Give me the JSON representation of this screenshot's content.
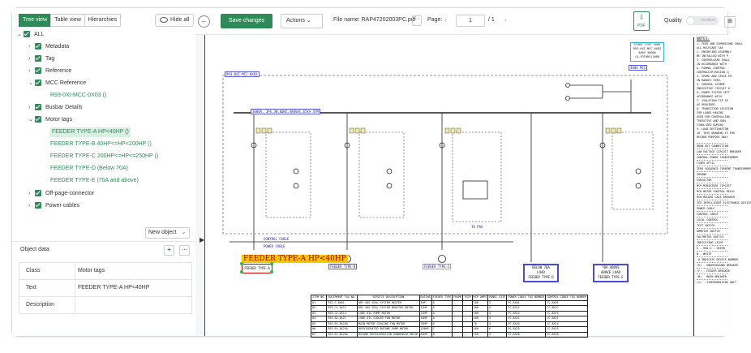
{
  "left_panel": {
    "tabs": [
      {
        "label": "Tree view",
        "active": true
      },
      {
        "label": "Table view",
        "active": false
      },
      {
        "label": "Hierarchies",
        "active": false
      }
    ],
    "hide_all": "Hide all",
    "tree": {
      "all": "ALL",
      "metadata": "Metadata",
      "tag": "Tag",
      "reference": "Reference",
      "mcc_reference": "MCC Reference",
      "mcc_leaf": "R93-0XI-MCC-0X03 ()",
      "busbar": "Busbar Details",
      "motor_tags": "Motor tags",
      "motor_leaves": [
        "FEEDER TYPE-A HP<40HP ()",
        "FEEDER TYPE-B 40HP<=HP<200HP ()",
        "FEEDER TYPE-C 200HP<=HP<=250HP ()",
        "FEEDER TYPE-D (Below 70A)",
        "FEEDER TYPE-E (70A and above)"
      ],
      "off_page": "Off-page-connector",
      "power_cables": "Power cables"
    },
    "new_object": "New object",
    "object_data": {
      "title": "Object data",
      "plus": "+",
      "more": "···",
      "rows": [
        {
          "key": "Class",
          "value": "Motor tags"
        },
        {
          "key": "Text",
          "value": "FEEDER TYPE-A HP<40HP"
        },
        {
          "key": "Description",
          "value": ""
        }
      ]
    }
  },
  "toolbar": {
    "back": "←",
    "save": "Save changes",
    "actions": "Actions",
    "file_label": "File name: RAP47202003PC.pdf",
    "more": "···",
    "page_label": "Page:",
    "prev": "‹",
    "page_value": "1",
    "page_total": "/ 1",
    "next": "›",
    "pdf": "PDF",
    "download_arrow": "⇩",
    "quality_label": "Quality",
    "quality_value": "medium",
    "grid": "⊞"
  },
  "canvas": {
    "side_arrow": "▶",
    "mcc_tag": "R93-0XI-MCC-0X03",
    "busbar_tag": "3000A, 3Ph,3W,60HZ,480VAC,65kA SYM",
    "cyan_lines": [
      "STORE TYPE 1000",
      "R93-0X1-MCC-0X02",
      "480V 3000A",
      "(A-FOTHRS)2008"
    ],
    "feeder_highlight": "FEEDER TYPE-A HP<40HP",
    "feeder_selected": "FEEDER TYPE-A",
    "small_tags": [
      "480V MCC",
      "FEEDER TYPE-B",
      "FEEDER TYPE-C",
      "BELOW 70A",
      "70A ABOVE"
    ],
    "big_boxes": [
      [
        "BELOW 70A",
        "LOAD",
        "FEEDER TYPE-D"
      ],
      [
        "70A ABOVE",
        "ABOVE LOAD",
        "FEEDER TYPE-E"
      ]
    ],
    "cable_labels": [
      "CONTROL CABLE",
      "POWER CABLE",
      "TO PSA"
    ],
    "table": {
      "headers": [
        "ITEM NO.",
        "EQUIPMENT TAG NO.",
        "SERVICE DESCRIPTION",
        "RATING",
        "FEEDER TYPE",
        "FRAME",
        "TRIP",
        "MCP AMPS",
        "PANEL SIZE",
        "POWER CABLE TAG NUMBER",
        "CONTROL CABLE TAG NUMBER"
      ],
      "rows": [
        [
          "01",
          "R93-C-8X01",
          "DRY GAS SEAL SYSTEM HEATER",
          "5HP",
          "A",
          "-",
          "-",
          "10R",
          "3",
          "PC-8X01",
          "CC-8X01"
        ],
        [
          "02",
          "R93-C4-8X12",
          "DRY GAS SEAL SYSTEM BOOSTER MOTOR",
          "15HP",
          "A",
          "-",
          "-",
          "30R",
          "5",
          "PC-8X12",
          "CC-8X12"
        ],
        [
          "03",
          "R93-C4-8X14",
          "LUBE OIL PUMP MOTOR",
          "25HP",
          "A",
          "-",
          "-",
          "50R",
          "5",
          "PC-8X14",
          "CC-8X14"
        ],
        [
          "04",
          "R93-A4-8X21",
          "LUBE OIL COOLER FAN MOTOR",
          "10HP",
          "A",
          "-",
          "-",
          "20R",
          "3",
          "PC-8X21",
          "CC-8X21"
        ],
        [
          "05",
          "R93-E4-8X24A",
          "MAIN MOTOR COOLING FAN MOTOR",
          "35HP",
          "A",
          "-",
          "-",
          "70",
          "4",
          "PC-8X24",
          "CC-8X24"
        ],
        [
          "06",
          "R93-E4-8X25A",
          "REFRIGERATED BUTANE PUMP MOTOR",
          "250HP",
          "C",
          "-",
          "-",
          "400",
          "6",
          "PC-8X25",
          "CC-8X25"
        ],
        [
          "07",
          "R93-E4-8X26A",
          "BUTANE REFRIGERATION CONDENSER MOTOR",
          "60HP",
          "B",
          "-",
          "-",
          "150",
          "4",
          "PC-8X26",
          "CC-8X26"
        ]
      ]
    },
    "notes_title": "NOTES:",
    "notes": [
      "1. FEED AND DIMENSIONS SHALL",
      "ALL RELEVANT SAE",
      "2. ENFORCING ASSEMBLY",
      "BE INSTALLED WITH P",
      "3. CONTROLGEAR SHALL",
      "IN ACCORDANCE WITH",
      "& 'FORMAL CONTROL'",
      "CONTROLLER(REGION 1)",
      "4. SPARE AND SPACE PR",
      "IN RANGES FEED.",
      "5. CONTROL SCHEME",
      "INDICATIVE CIRCUIT O",
      "6. POWER SYSTEM SETT",
      "ACCORDANCE WITH",
      "7. ISOLATION TIE SE",
      "AS REQUIRED.",
      "8. TRANSITION LOCATION",
      "FOR LOADS HAVING",
      "USED FOR CONTROLLING",
      "TENTATIVE AND SHAL",
      "FINALIZED DURING",
      "9. LOAD DESTINATION",
      "10. THIS DRAWING IS FOR",
      "RECORD PURPOSE ONLY"
    ],
    "legend": [
      "DRAW OUT CONNECTION",
      "LOW VOLTAGE CIRCUIT BREAKER",
      "CONTROL POWER TRANSFORMER",
      "FIBER OPTIC",
      "ZERO SEQUENCE CURRENT TRANSFORMER",
      "GROUND",
      "CONTACTOR",
      "MCP  MINIATURE CIRCUIT",
      "MCR  MOTOR CONTROL RELAY",
      "MCB  MOLDED CASE BREAKER",
      "IED  INTELLIGENT ELECTRONIC DEVICE",
      "POWER CABLE",
      "CONTROL CABLE",
      "LOCAL CONTROL",
      "TEST SWITCH",
      "AMMETER SWITCH",
      "VOLTMETER SWITCH",
      "INDICATING LIGHT",
      "R - RED  G - GREEN",
      "W - WHITE",
      "'#'INDICATE DEVICE NUMBER",
      "(R) - UNDERGROUND BREAKER",
      "(F) - FEEDER BREAKER",
      "(M) - MAIN BREAKER",
      "(S) - SYNCHRONIZING UNIT"
    ]
  },
  "colors": {
    "accent": "#2e8b57",
    "selection_highlight": "#f4c800",
    "selection_border": "#d40000",
    "tag_blue": "#4a4ae0"
  }
}
